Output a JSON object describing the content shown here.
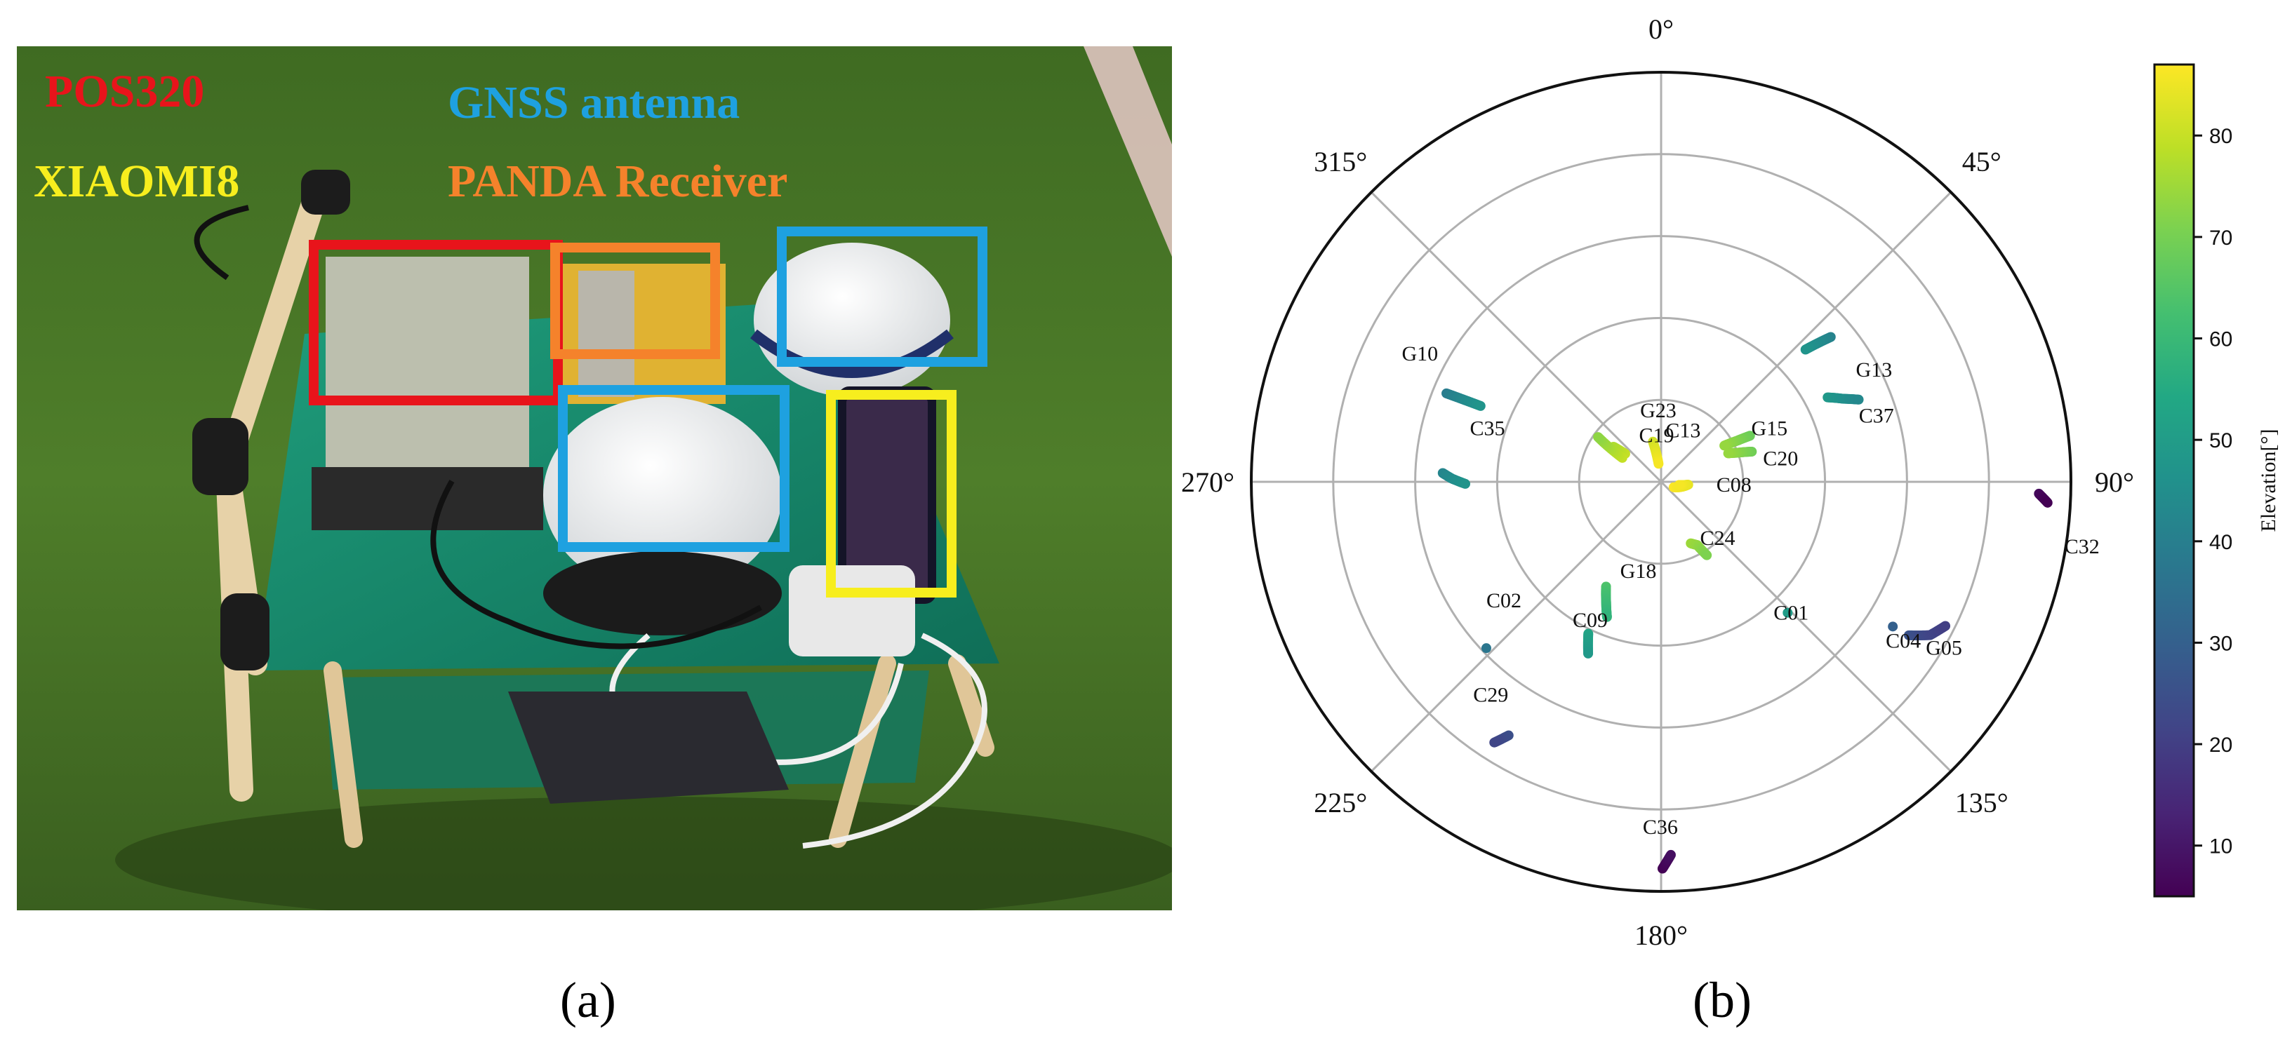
{
  "panel_a": {
    "caption": "(a)",
    "labels": [
      {
        "text": "POS320",
        "color": "#e8141b"
      },
      {
        "text": "GNSS antenna",
        "color": "#1ea1e0"
      },
      {
        "text": "XIAOMI8",
        "color": "#f7ee1e"
      },
      {
        "text": "PANDA Receiver",
        "color": "#f5822b"
      }
    ],
    "boxes": [
      {
        "device": "POS320",
        "color": "#e8141b"
      },
      {
        "device": "PANDA Receiver",
        "color": "#f5822b"
      },
      {
        "device": "GNSS antenna",
        "color": "#1ea1e0"
      },
      {
        "device": "GNSS antenna",
        "color": "#1ea1e0"
      },
      {
        "device": "XIAOMI8",
        "color": "#f7ee1e"
      }
    ]
  },
  "panel_b": {
    "caption": "(b)"
  },
  "chart_data": {
    "type": "scatter",
    "projection": "polar-skyplot",
    "theta_zero_location": "N",
    "theta_direction": "clockwise",
    "angle_tick_labels": [
      "0°",
      "45°",
      "90°",
      "135°",
      "180°",
      "225°",
      "270°",
      "315°"
    ],
    "radial_rings": 5,
    "grid": true,
    "colorbar": {
      "label": "Elevation[°]",
      "ticks": [
        10,
        20,
        30,
        40,
        50,
        60,
        70,
        80
      ],
      "range": [
        5,
        87
      ],
      "colormap": "viridis",
      "placement": "right"
    },
    "satellites": [
      {
        "name": "G10",
        "tracks": [
          [
            292.4,
            39
          ],
          [
            292.6,
            43
          ],
          [
            292.8,
            47
          ]
        ]
      },
      {
        "name": "G13",
        "tracks": [
          [
            49.5,
            41
          ],
          [
            48.5,
            44
          ],
          [
            47.5,
            47
          ]
        ]
      },
      {
        "name": "G23",
        "tracks": [
          [
            308.1,
            80
          ],
          [
            306.4,
            77
          ]
        ]
      },
      {
        "name": "C19",
        "tracks": [
          [
            301.7,
            80
          ],
          [
            303.8,
            76
          ],
          [
            305.4,
            73
          ]
        ]
      },
      {
        "name": "G15",
        "tracks": [
          [
            62.6,
            68
          ],
          [
            61.6,
            71
          ],
          [
            60.2,
            74
          ]
        ]
      },
      {
        "name": "C20",
        "tracks": [
          [
            71.6,
            69
          ],
          [
            69.2,
            72
          ],
          [
            67.0,
            74
          ]
        ]
      },
      {
        "name": "C37",
        "tracks": [
          [
            63.1,
            49
          ],
          [
            65.5,
            46
          ],
          [
            67.4,
            43
          ]
        ]
      },
      {
        "name": "C35",
        "tracks": [
          [
            272.3,
            42
          ],
          [
            270.9,
            44
          ],
          [
            269.4,
            47
          ]
        ]
      },
      {
        "name": "C13",
        "tracks": [
          [
            348.5,
            81
          ],
          [
            352.0,
            86
          ]
        ]
      },
      {
        "name": "C08",
        "tracks": [
          [
            113.5,
            87
          ],
          [
            96.0,
            84
          ],
          [
            100.0,
            86
          ]
        ]
      },
      {
        "name": "C32",
        "tracks": [
          [
            91.8,
            7
          ],
          [
            93.1,
            5
          ]
        ]
      },
      {
        "name": "G18",
        "tracks": [
          [
            207.7,
            64
          ],
          [
            204.6,
            61
          ],
          [
            201.8,
            58
          ]
        ]
      },
      {
        "name": "C24",
        "tracks": [
          [
            154.3,
            75
          ],
          [
            150.3,
            74
          ],
          [
            148.1,
            71
          ]
        ]
      },
      {
        "name": "C02",
        "tracks": [
          [
            226.4,
            37
          ]
        ]
      },
      {
        "name": "C09",
        "tracks": [
          [
            205.6,
            53
          ],
          [
            203.0,
            49
          ]
        ]
      },
      {
        "name": "C01",
        "tracks": [
          [
            136.0,
            50
          ]
        ]
      },
      {
        "name": "C04",
        "tracks": [
          [
            122.0,
            30
          ]
        ]
      },
      {
        "name": "G05",
        "tracks": [
          [
            121.8,
            26
          ],
          [
            119.7,
            22
          ],
          [
            116.9,
            20
          ]
        ]
      },
      {
        "name": "C29",
        "tracks": [
          [
            211.0,
            25
          ],
          [
            212.6,
            22
          ]
        ]
      },
      {
        "name": "C36",
        "tracks": [
          [
            179.8,
            5
          ],
          [
            178.5,
            8
          ]
        ]
      }
    ]
  }
}
